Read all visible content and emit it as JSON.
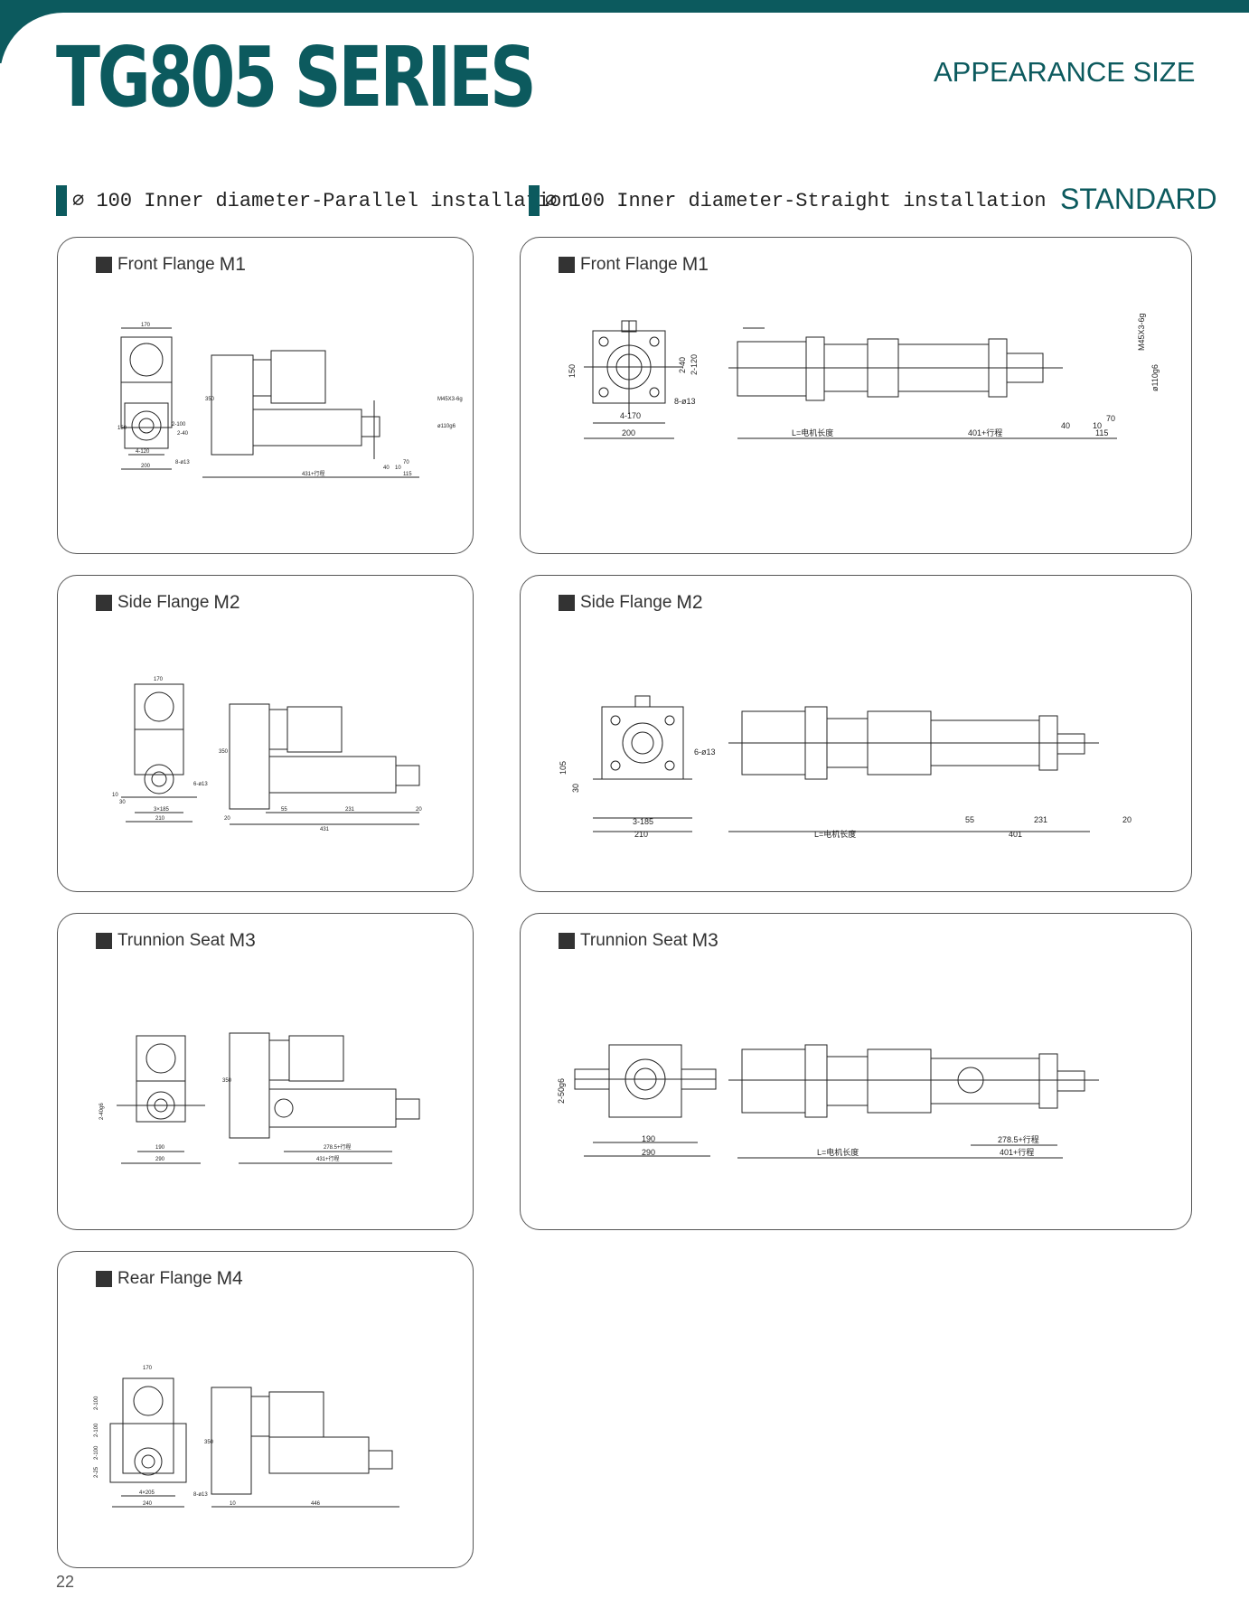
{
  "header": {
    "title": "TG805 SERIES",
    "subtitle": "APPEARANCE SIZE",
    "standard": "STANDARD"
  },
  "sections": [
    "∅ 100 Inner diameter-Parallel installation",
    "∅ 100 Inner diameter-Straight installation"
  ],
  "cards": {
    "p_m1": {
      "name": "Front Flange",
      "code": "M1",
      "dims": {
        "top": "170",
        "height": "350",
        "b150": "150",
        "bolt1": "2-100",
        "bolt2": "2-40",
        "bw": "4-120",
        "w": "200",
        "holes": "8-ø13",
        "stroke": "431+行程",
        "thread": "M45X3-6g",
        "rod": "ø110g6",
        "d40": "40",
        "d10": "10",
        "d70": "70",
        "d115": "115"
      }
    },
    "s_m1": {
      "name": "Front Flange",
      "code": "M1",
      "dims": {
        "h150": "150",
        "bolt1": "2-40",
        "bolt2": "2-120",
        "bw": "4-170",
        "w": "200",
        "holes": "8-ø13",
        "motor": "L=电机长度",
        "stroke": "401+行程",
        "thread": "M45X3-6g",
        "rod": "ø110g6",
        "d40": "40",
        "d10": "10",
        "d70": "70",
        "d115": "115"
      }
    },
    "p_m2": {
      "name": "Side Flange",
      "code": "M2",
      "dims": {
        "top": "170",
        "height": "350",
        "h10": "10",
        "h30": "30",
        "holes": "6-ø13",
        "bw": "3×185",
        "w": "210",
        "d20": "20",
        "d55": "55",
        "d231": "231",
        "d20b": "20",
        "total": "431"
      }
    },
    "s_m2": {
      "name": "Side Flange",
      "code": "M2",
      "dims": {
        "h105": "105",
        "h30": "30",
        "holes": "6-ø13",
        "bw": "3-185",
        "w": "210",
        "motor": "L=电机长度",
        "d55": "55",
        "d231": "231",
        "d20": "20",
        "total": "401"
      }
    },
    "p_m3": {
      "name": "Trunnion Seat",
      "code": "M3",
      "dims": {
        "pin": "2-40g6",
        "height": "350",
        "w1": "190",
        "w2": "290",
        "trun": "278.5+行程",
        "stroke": "431+行程"
      }
    },
    "s_m3": {
      "name": "Trunnion Seat",
      "code": "M3",
      "dims": {
        "pin": "2-50g6",
        "w1": "190",
        "w2": "290",
        "motor": "L=电机长度",
        "trun": "278.5+行程",
        "stroke": "401+行程"
      }
    },
    "p_m4": {
      "name": "Rear Flange",
      "code": "M4",
      "dims": {
        "top": "170",
        "b1": "2-100",
        "b2": "2-100",
        "b3": "2-100",
        "b4": "2-25",
        "height": "350",
        "bw": "4×205",
        "w": "240",
        "holes": "8-ø13",
        "d10": "10",
        "total": "446"
      }
    }
  },
  "page": "22"
}
